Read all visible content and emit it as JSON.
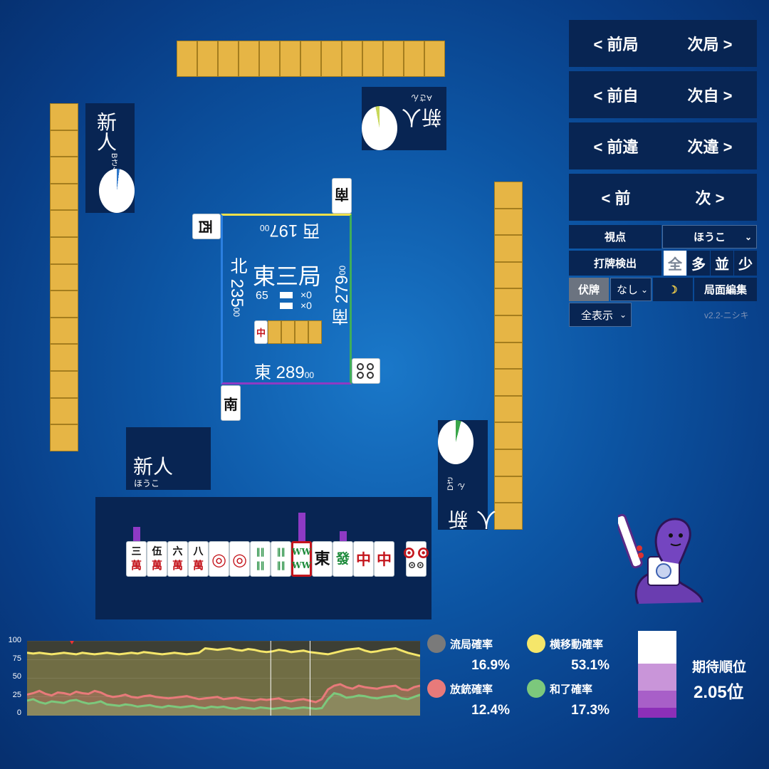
{
  "nav": {
    "prev_round": "< 前局",
    "next_round": "次局 >",
    "prev_self": "< 前自",
    "next_self": "次自 >",
    "prev_diff": "< 前違",
    "next_diff": "次違 >",
    "prev": "< 前",
    "next": "次 >"
  },
  "settings": {
    "viewpoint_label": "視点",
    "viewpoint_value": "ほうこ",
    "discard_detect_label": "打牌検出",
    "detect_options": [
      "全",
      "多",
      "並",
      "少"
    ],
    "hidden_label": "伏牌",
    "hidden_value": "なし",
    "night_icon": "☽",
    "edit_label": "局面編集",
    "display_value": "全表示",
    "version": "v2.2-ニシキ"
  },
  "players": {
    "top": {
      "name": "新人",
      "sub": "Aさん"
    },
    "left": {
      "name": "新人",
      "sub": "Bさん"
    },
    "right": {
      "name": "新人",
      "sub": "Dさん"
    },
    "self": {
      "name": "新人",
      "sub": "ほうこ"
    }
  },
  "center": {
    "round": "東三局",
    "tiles_left": "65",
    "honba": "×0",
    "riichi": "×0",
    "scores": {
      "top": {
        "wind": "西",
        "score": "197",
        "zeros": "00"
      },
      "left": {
        "wind": "北",
        "score": "235",
        "zeros": "00"
      },
      "right": {
        "wind": "南",
        "score": "279",
        "zeros": "00"
      },
      "bottom": {
        "wind": "東",
        "score": "289",
        "zeros": "00"
      }
    },
    "dora_tile": "中"
  },
  "wind_tiles": {
    "top": "南",
    "left": "西",
    "bottom": "南"
  },
  "hand": [
    {
      "top": "三",
      "bottom": "萬",
      "type": "man"
    },
    {
      "top": "伍",
      "bottom": "萬",
      "type": "man"
    },
    {
      "top": "六",
      "bottom": "萬",
      "type": "man"
    },
    {
      "top": "八",
      "bottom": "萬",
      "type": "man"
    },
    {
      "top": "◎",
      "bottom": "",
      "type": "pin"
    },
    {
      "top": "◎",
      "bottom": "",
      "type": "pin"
    },
    {
      "top": "‖‖",
      "bottom": "‖‖",
      "type": "sou"
    },
    {
      "top": "‖‖",
      "bottom": "‖‖",
      "type": "sou"
    },
    {
      "top": "WW",
      "bottom": "WW",
      "type": "sou",
      "selected": true
    },
    {
      "top": "東",
      "bottom": "",
      "type": "honor"
    },
    {
      "top": "發",
      "bottom": "",
      "type": "hatsu"
    },
    {
      "top": "中",
      "bottom": "",
      "type": "chun"
    },
    {
      "top": "中",
      "bottom": "",
      "type": "chun"
    }
  ],
  "drawn_tile": {
    "top": "⊙⊙",
    "bottom": "⊙⊙",
    "type": "pin"
  },
  "hand_bars": [
    0.5,
    0,
    0,
    0,
    0,
    0,
    0,
    0,
    1.0,
    0,
    0.35,
    0,
    0
  ],
  "chart_data": {
    "type": "area",
    "y_ticks": [
      "100",
      "75",
      "50",
      "25",
      "0"
    ],
    "ylim": [
      0,
      100
    ],
    "series": [
      {
        "name": "横移動確率",
        "color": "#f5e66a",
        "values": [
          84,
          83,
          84,
          83,
          82,
          83,
          84,
          83,
          82,
          84,
          83,
          82,
          83,
          84,
          83,
          82,
          83,
          84,
          83,
          85,
          84,
          83,
          82,
          83,
          84,
          83,
          82,
          83,
          84,
          90,
          89,
          88,
          89,
          90,
          88,
          87,
          89,
          88,
          86,
          85,
          86,
          88,
          87,
          85,
          86,
          87,
          85,
          84,
          83,
          82,
          84,
          86,
          88,
          89,
          90,
          87,
          85,
          86,
          88,
          89,
          90,
          87,
          84,
          82,
          80
        ]
      },
      {
        "name": "放銃確率",
        "color": "#e87a7a",
        "values": [
          28,
          30,
          33,
          29,
          27,
          31,
          30,
          28,
          32,
          30,
          29,
          33,
          31,
          27,
          25,
          26,
          28,
          25,
          24,
          26,
          27,
          25,
          24,
          23,
          24,
          25,
          26,
          24,
          22,
          23,
          24,
          25,
          22,
          23,
          24,
          22,
          21,
          20,
          22,
          21,
          22,
          23,
          20,
          19,
          21,
          22,
          20,
          18,
          22,
          35,
          40,
          42,
          38,
          36,
          40,
          38,
          37,
          36,
          38,
          39,
          40,
          35,
          34,
          38,
          40
        ]
      },
      {
        "name": "和了確率",
        "color": "#7cc87c",
        "values": [
          20,
          22,
          18,
          16,
          19,
          18,
          17,
          20,
          21,
          18,
          16,
          17,
          19,
          15,
          14,
          13,
          15,
          14,
          12,
          13,
          14,
          12,
          11,
          13,
          12,
          11,
          12,
          13,
          11,
          10,
          12,
          11,
          12,
          10,
          9,
          11,
          10,
          9,
          11,
          10,
          9,
          10,
          11,
          9,
          10,
          11,
          10,
          9,
          10,
          22,
          30,
          28,
          24,
          25,
          27,
          26,
          24,
          23,
          25,
          26,
          27,
          23,
          22,
          25,
          28
        ]
      }
    ],
    "markers": [
      0.62,
      0.72
    ]
  },
  "legend": [
    {
      "label": "流局確率",
      "value": "16.9%",
      "color": "#7a7a7a"
    },
    {
      "label": "横移動確率",
      "value": "53.1%",
      "color": "#f5e66a"
    },
    {
      "label": "放銃確率",
      "value": "12.4%",
      "color": "#e87a7a"
    },
    {
      "label": "和了確率",
      "value": "17.3%",
      "color": "#7cc87c"
    }
  ],
  "expected_rank": {
    "label": "期待順位",
    "value": "2.05位"
  }
}
